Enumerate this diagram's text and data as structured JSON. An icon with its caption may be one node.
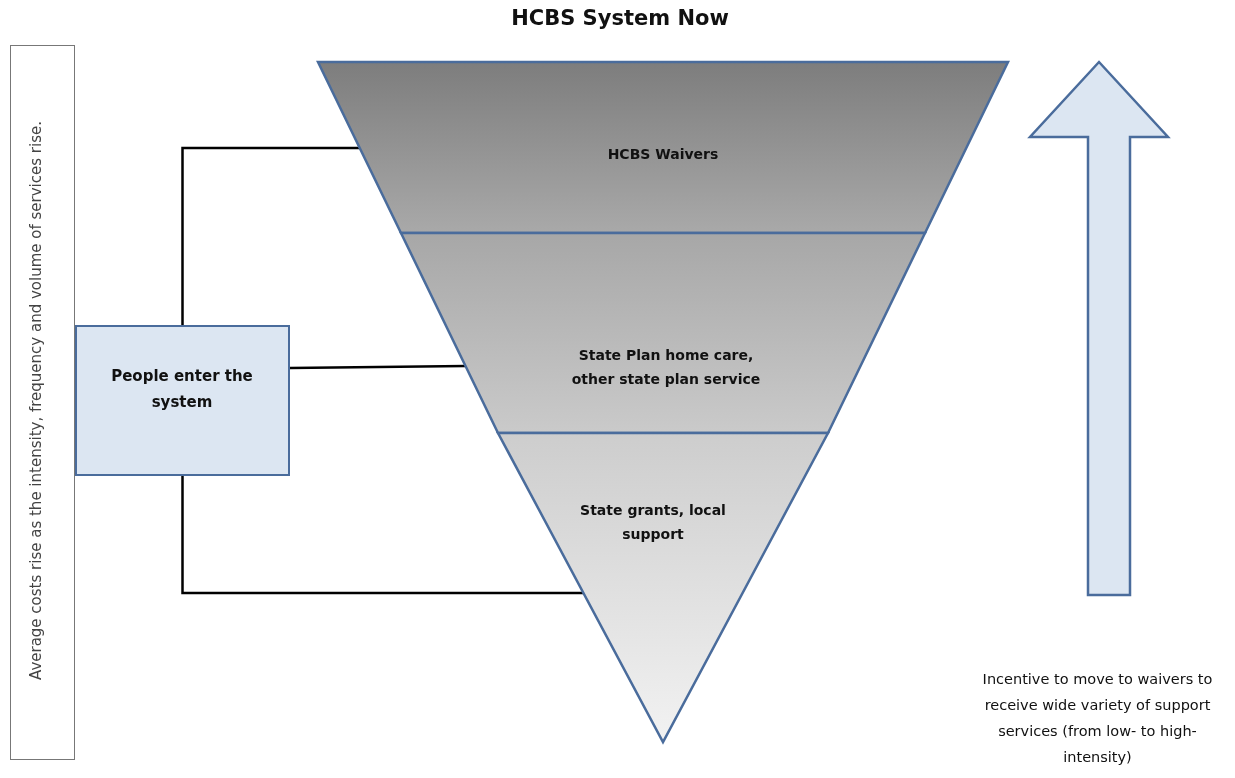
{
  "diagram": {
    "title": "HCBS System Now",
    "nodes": [
      {
        "text": [
          "Average costs rise as the intensity, frequency and volume of services rise."
        ]
      },
      {
        "text": [
          "HCBS Waivers"
        ]
      },
      {
        "text": [
          "State Plan home care, other state plan service"
        ]
      },
      {
        "text": [
          "State grants, local support"
        ]
      },
      {
        "text": [
          "People enter the system"
        ]
      }
    ],
    "edges": [
      {
        "from": 4,
        "to": 1,
        "arrow": "none"
      },
      {
        "from": 4,
        "to": 2,
        "arrow": "none"
      },
      {
        "from": 4,
        "to": 3,
        "arrow": "none"
      }
    ],
    "labels": [
      "Incentive to move to waivers to receive wide variety of support services (from low- to high-intensity)"
    ]
  }
}
